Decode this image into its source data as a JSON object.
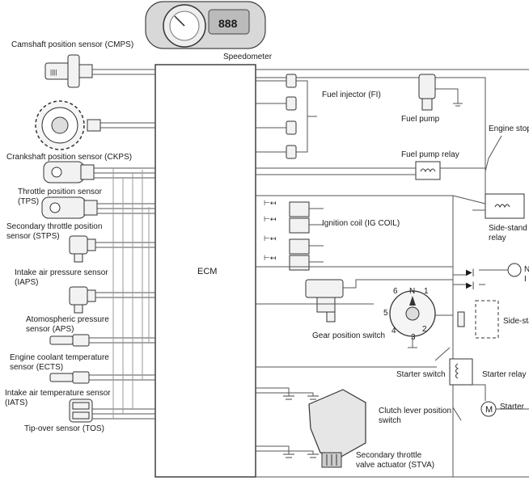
{
  "labels": {
    "cmps": "Camshaft position sensor (CMPS)",
    "speedometer": "Speedometer",
    "ckps": "Crankshaft position sensor (CKPS)",
    "tps_1": "Throttle position sensor",
    "tps_2": "(TPS)",
    "stps_1": "Secondary throttle position",
    "stps_2": "sensor (STPS)",
    "iaps_1": "Intake air pressure sensor",
    "iaps_2": "(IAPS)",
    "aps_1": "Atomospheric pressure",
    "aps_2": "sensor (APS)",
    "ects_1": "Engine coolant temperature",
    "ects_2": "sensor (ECTS)",
    "iats_1": "Intake air temperature sensor",
    "iats_2": "(IATS)",
    "tos": "Tip-over sensor (TOS)",
    "ecm": "ECM",
    "fuel_injector": "Fuel injector (FI)",
    "fuel_pump": "Fuel pump",
    "fuel_pump_relay": "Fuel pump relay",
    "engine_stop": "Engine stop",
    "ignition_coil": "Ignition coil (IG COIL)",
    "side_stand_relay_1": "Side-stand",
    "side_stand_relay_2": "relay",
    "side_stand_sw": "Side-sta",
    "gear_position_switch": "Gear position switch",
    "starter_switch": "Starter switch",
    "starter_relay": "Starter relay",
    "starter_motor": "Starter",
    "clutch_1": "Clutch lever position",
    "clutch_2": "switch",
    "stva_1": "Secondary throttle",
    "stva_2": "valve actuator (STVA)",
    "neutral_1": "N",
    "neutral_2": "I",
    "motor_symbol": "M",
    "speedo_display": "888"
  },
  "gear_positions": [
    "6",
    "N",
    "1",
    "5",
    "2",
    "4",
    "3"
  ]
}
